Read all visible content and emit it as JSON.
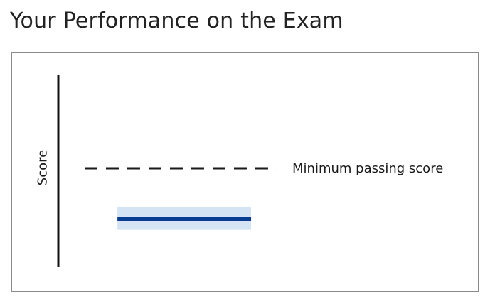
{
  "page": {
    "title": "Your Performance on the Exam"
  },
  "colors": {
    "axis": "#111111",
    "threshold_line": "#1a1a1a",
    "score_line": "#0a3d91",
    "score_band": "#d4e4f4",
    "frame_border": "#8a8a8a"
  },
  "chart_data": {
    "type": "line",
    "title": "",
    "xlabel": "",
    "ylabel": "Score",
    "ylim": [
      0,
      100
    ],
    "grid": false,
    "series": [
      {
        "name": "Minimum passing score",
        "style": "dashed",
        "x": [
          0.12,
          1.0
        ],
        "values": [
          51.5,
          51.5
        ]
      },
      {
        "name": "",
        "style": "solid",
        "x": [
          0.27,
          0.88
        ],
        "values": [
          25.2,
          25.2
        ],
        "band": [
          19.4,
          31.3
        ]
      }
    ],
    "annotations": [
      {
        "text": "Minimum passing score",
        "target_series": 0
      }
    ]
  }
}
